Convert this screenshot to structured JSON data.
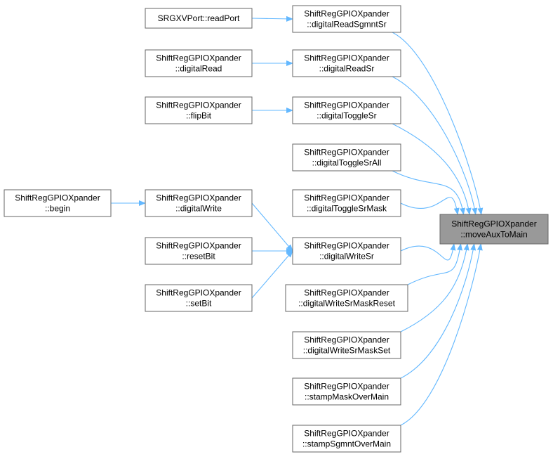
{
  "diagram": {
    "nodes": [
      {
        "id": "srgxv_readport",
        "lines": [
          "SRGXVPort::readPort"
        ]
      },
      {
        "id": "digitalReadSgmntSr",
        "lines": [
          "ShiftRegGPIOXpander",
          "::digitalReadSgmntSr"
        ]
      },
      {
        "id": "digitalRead",
        "lines": [
          "ShiftRegGPIOXpander",
          "::digitalRead"
        ]
      },
      {
        "id": "digitalReadSr",
        "lines": [
          "ShiftRegGPIOXpander",
          "::digitalReadSr"
        ]
      },
      {
        "id": "flipBit",
        "lines": [
          "ShiftRegGPIOXpander",
          "::flipBit"
        ]
      },
      {
        "id": "digitalToggleSr",
        "lines": [
          "ShiftRegGPIOXpander",
          "::digitalToggleSr"
        ]
      },
      {
        "id": "digitalToggleSrAll",
        "lines": [
          "ShiftRegGPIOXpander",
          "::digitalToggleSrAll"
        ]
      },
      {
        "id": "begin",
        "lines": [
          "ShiftRegGPIOXpander",
          "::begin"
        ]
      },
      {
        "id": "digitalWrite",
        "lines": [
          "ShiftRegGPIOXpander",
          "::digitalWrite"
        ]
      },
      {
        "id": "digitalToggleSrMask",
        "lines": [
          "ShiftRegGPIOXpander",
          "::digitalToggleSrMask"
        ]
      },
      {
        "id": "resetBit",
        "lines": [
          "ShiftRegGPIOXpander",
          "::resetBit"
        ]
      },
      {
        "id": "digitalWriteSr",
        "lines": [
          "ShiftRegGPIOXpander",
          "::digitalWriteSr"
        ]
      },
      {
        "id": "setBit",
        "lines": [
          "ShiftRegGPIOXpander",
          "::setBit"
        ]
      },
      {
        "id": "digitalWriteSrMaskReset",
        "lines": [
          "ShiftRegGPIOXpander",
          "::digitalWriteSrMaskReset"
        ]
      },
      {
        "id": "digitalWriteSrMaskSet",
        "lines": [
          "ShiftRegGPIOXpander",
          "::digitalWriteSrMaskSet"
        ]
      },
      {
        "id": "stampMaskOverMain",
        "lines": [
          "ShiftRegGPIOXpander",
          "::stampMaskOverMain"
        ]
      },
      {
        "id": "stampSgmntOverMain",
        "lines": [
          "ShiftRegGPIOXpander",
          "::stampSgmntOverMain"
        ]
      },
      {
        "id": "moveAuxToMain",
        "lines": [
          "ShiftRegGPIOXpander",
          "::moveAuxToMain"
        ],
        "highlight": true
      }
    ],
    "edges": [
      {
        "from": "srgxv_readport",
        "to": "digitalReadSgmntSr"
      },
      {
        "from": "digitalRead",
        "to": "digitalReadSr"
      },
      {
        "from": "flipBit",
        "to": "digitalToggleSr"
      },
      {
        "from": "begin",
        "to": "digitalWrite"
      },
      {
        "from": "digitalWrite",
        "to": "digitalWriteSr"
      },
      {
        "from": "resetBit",
        "to": "digitalWriteSr"
      },
      {
        "from": "setBit",
        "to": "digitalWriteSr"
      },
      {
        "from": "digitalReadSgmntSr",
        "to": "moveAuxToMain"
      },
      {
        "from": "digitalReadSr",
        "to": "moveAuxToMain"
      },
      {
        "from": "digitalToggleSr",
        "to": "moveAuxToMain"
      },
      {
        "from": "digitalToggleSrAll",
        "to": "moveAuxToMain"
      },
      {
        "from": "digitalToggleSrMask",
        "to": "moveAuxToMain"
      },
      {
        "from": "digitalWriteSr",
        "to": "moveAuxToMain"
      },
      {
        "from": "digitalWriteSrMaskReset",
        "to": "moveAuxToMain"
      },
      {
        "from": "digitalWriteSrMaskSet",
        "to": "moveAuxToMain"
      },
      {
        "from": "stampMaskOverMain",
        "to": "moveAuxToMain"
      },
      {
        "from": "stampSgmntOverMain",
        "to": "moveAuxToMain"
      }
    ],
    "colors": {
      "edge": "#63b8ff",
      "node_border": "#666666",
      "node_fill": "#ffffff",
      "highlight_fill": "#999999"
    }
  }
}
